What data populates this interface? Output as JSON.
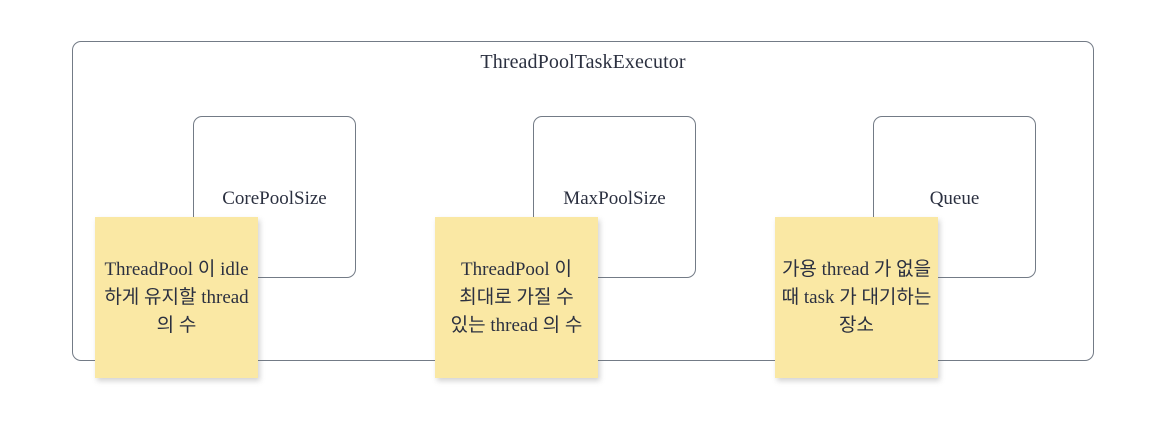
{
  "diagram": {
    "title": "ThreadPoolTaskExecutor",
    "boxes": [
      {
        "label": "CorePoolSize"
      },
      {
        "label": "MaxPoolSize"
      },
      {
        "label": "Queue"
      }
    ],
    "notes": [
      {
        "text": "ThreadPool 이 idle 하게 유지할 thread 의 수"
      },
      {
        "text": "ThreadPool 이 최대로 가질 수 있는 thread 의 수"
      },
      {
        "text": "가용 thread 가 없을 때 task 가 대기하는 장소"
      }
    ],
    "colors": {
      "note_fill": "#fae8a4",
      "border": "#737b86",
      "text": "#2b3040",
      "background": "#ffffff"
    }
  }
}
